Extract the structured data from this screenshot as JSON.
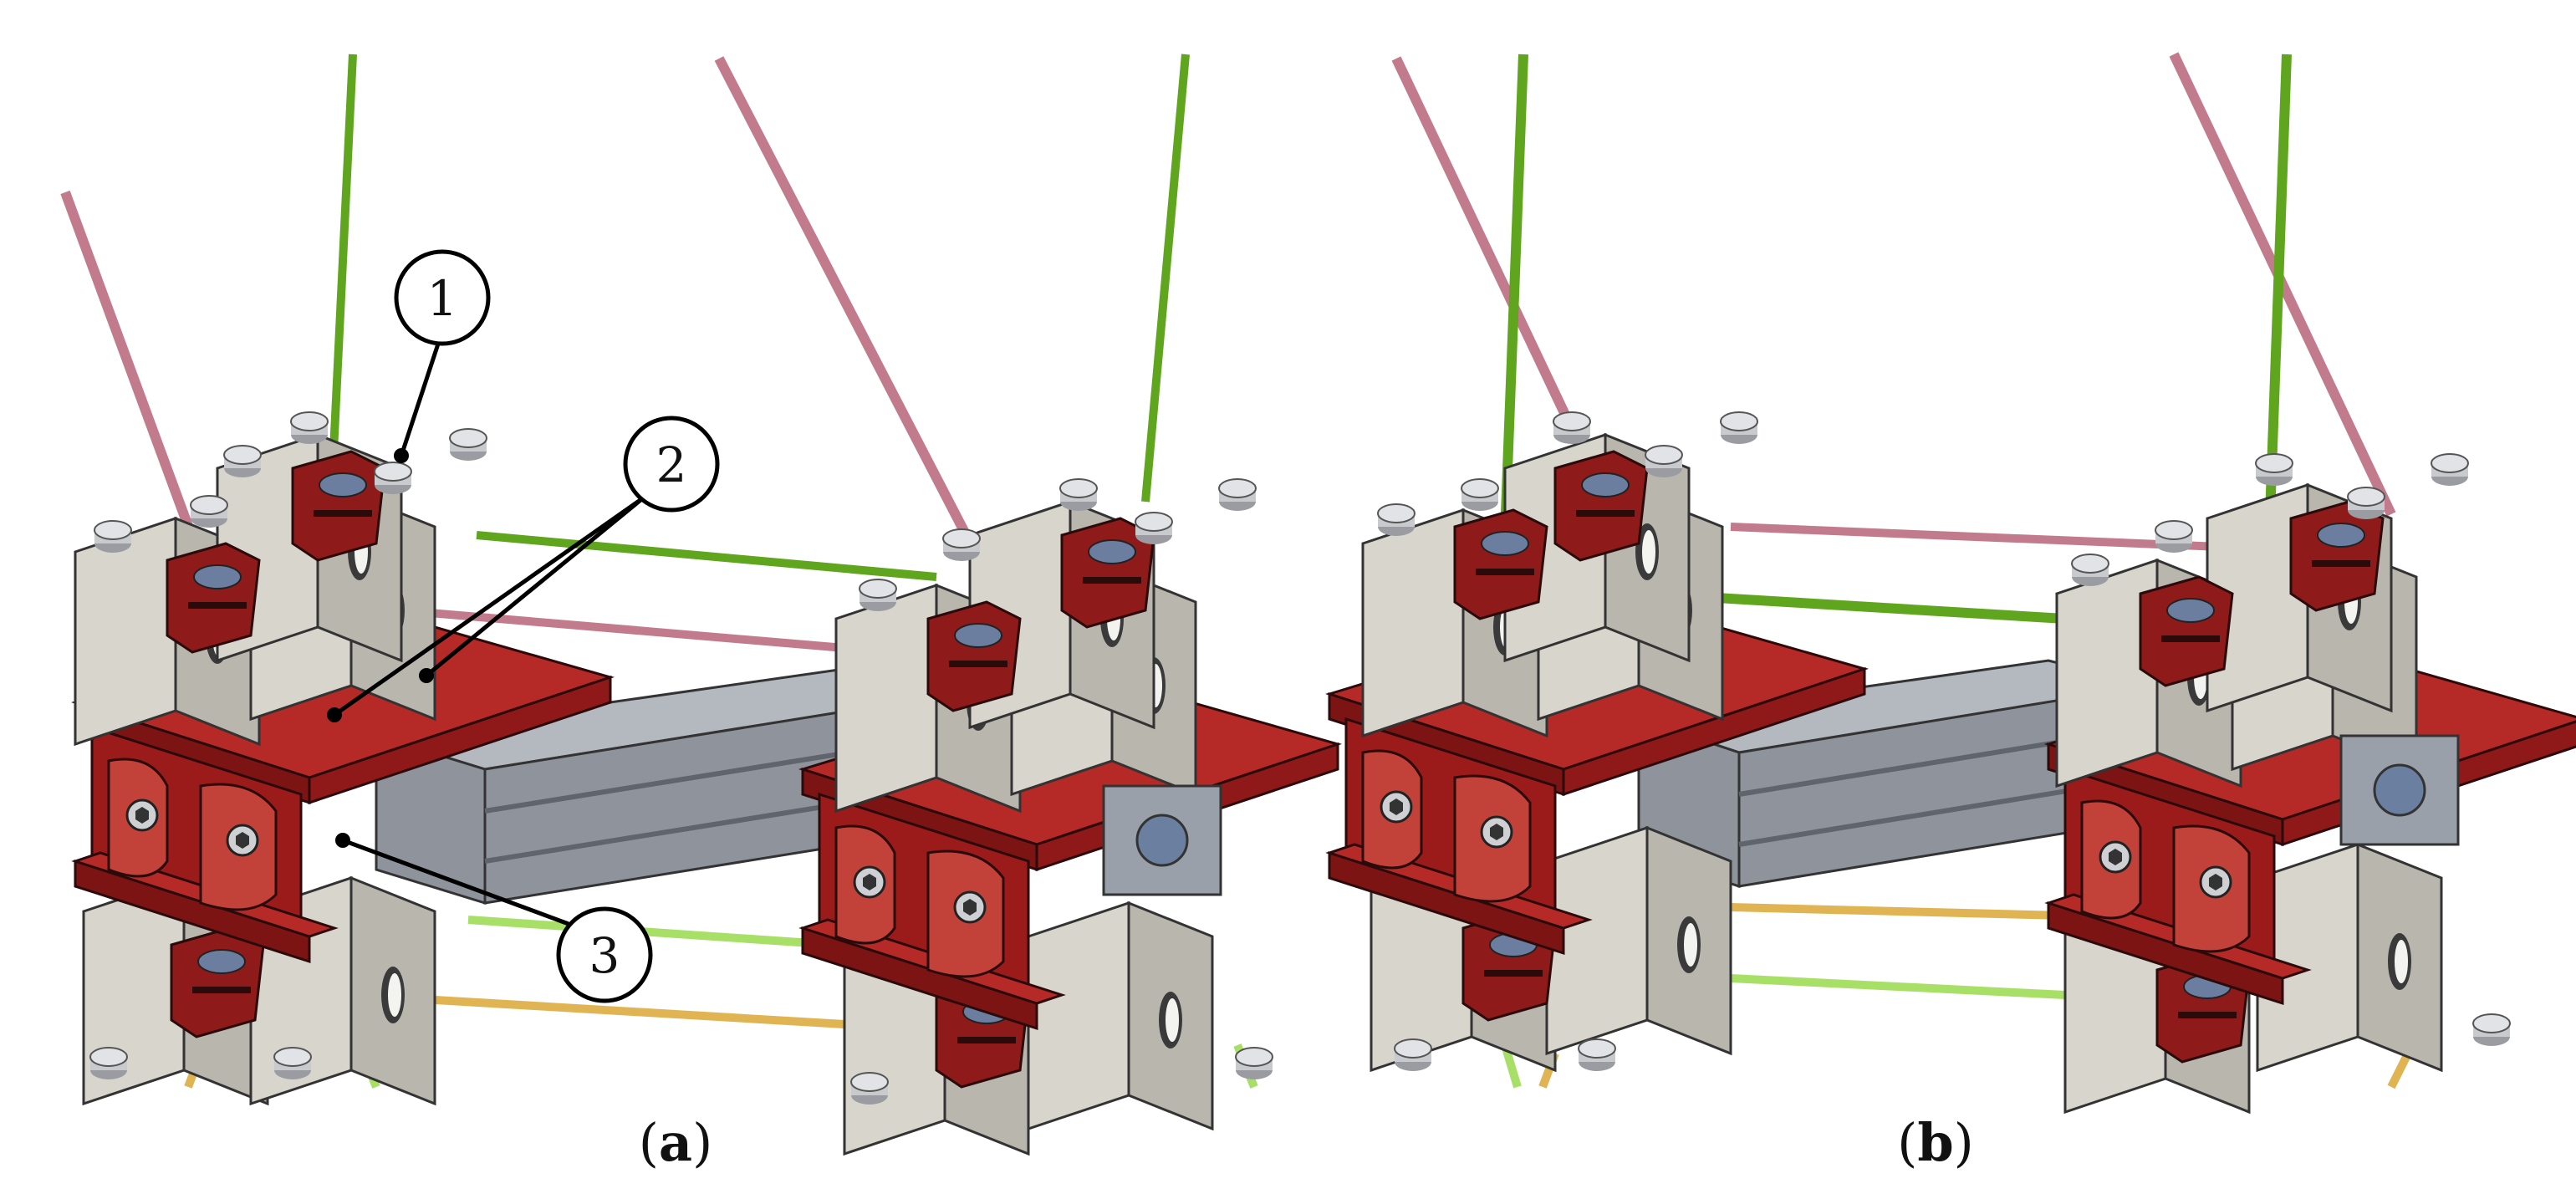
{
  "panels": [
    {
      "caption_open": "(",
      "caption_letter": "a",
      "caption_close": ")",
      "callouts": [
        {
          "label": "1"
        },
        {
          "label": "2"
        },
        {
          "label": "3"
        }
      ]
    },
    {
      "caption_open": "(",
      "caption_letter": "b",
      "caption_close": ")",
      "callouts": []
    }
  ],
  "colors": {
    "red_plate": "#9b1b1b",
    "red_plate_dark": "#6e1010",
    "red_plate_top": "#b52a26",
    "block_grey": "#d8d5cc",
    "block_grey_dark": "#b9b6ad",
    "profile_grey": "#8e939c",
    "profile_dark": "#5f646d",
    "rod_pink": "#c27b8c",
    "rod_green": "#5fa51e",
    "rod_lightgreen": "#a8e067",
    "rod_orange": "#e0b453",
    "bolt": "#c9cace"
  }
}
